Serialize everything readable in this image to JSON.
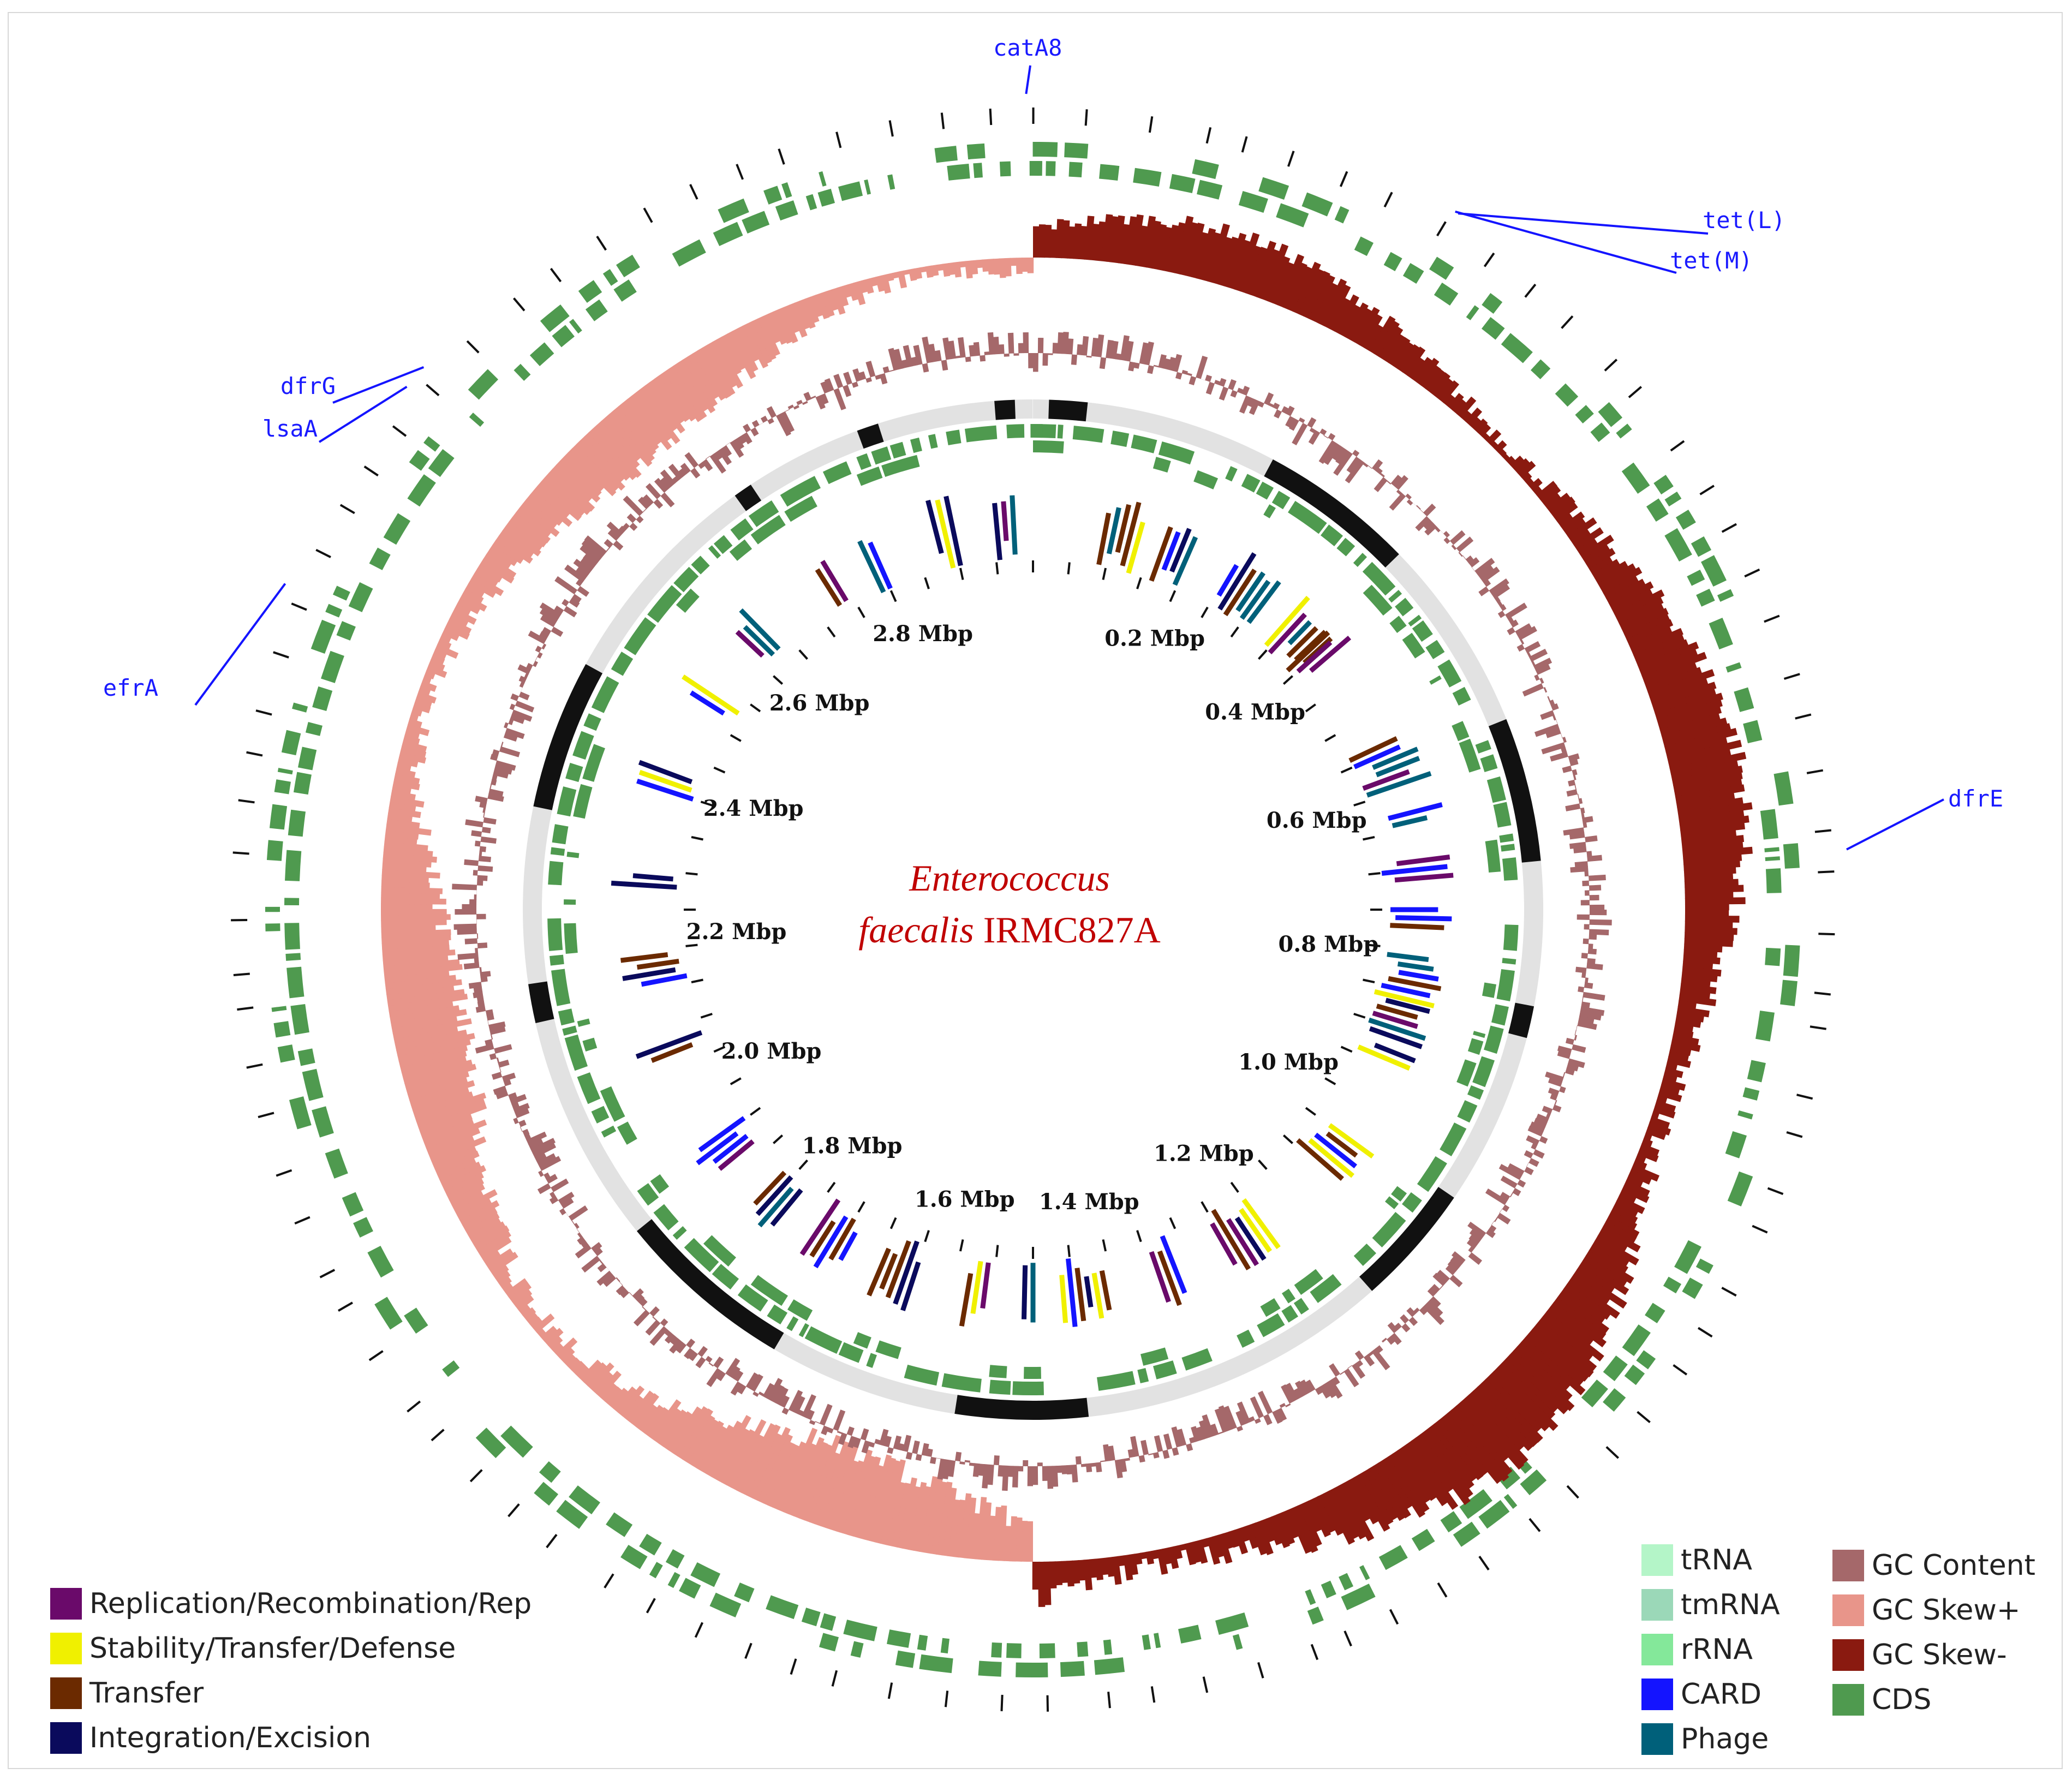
{
  "title": {
    "italic": "Enterococcus",
    "italic2": "faecalis",
    "plain": "IRMC827A"
  },
  "ticks": [
    "0.2 Mbp",
    "0.4 Mbp",
    "0.6 Mbp",
    "0.8 Mbp",
    "1.0 Mbp",
    "1.2 Mbp",
    "1.4 Mbp",
    "1.6 Mbp",
    "1.8 Mbp",
    "2.0 Mbp",
    "2.2 Mbp",
    "2.4 Mbp",
    "2.6 Mbp",
    "2.8 Mbp"
  ],
  "tick_positions_mbp": [
    0.2,
    0.4,
    0.6,
    0.8,
    1.0,
    1.2,
    1.4,
    1.6,
    1.8,
    2.0,
    2.2,
    2.4,
    2.6,
    2.8
  ],
  "genome_length_mbp": 2.98,
  "genes": [
    {
      "name": "catA8",
      "pos_mbp": 2.976
    },
    {
      "name": "tet(L)",
      "pos_mbp": 0.26
    },
    {
      "name": "tet(M)",
      "pos_mbp": 0.258
    },
    {
      "name": "dfrE",
      "pos_mbp": 0.71
    },
    {
      "name": "dfrG",
      "pos_mbp": 2.58
    },
    {
      "name": "lsaA",
      "pos_mbp": 2.565
    },
    {
      "name": "efrA",
      "pos_mbp": 2.43
    }
  ],
  "legend_left": [
    {
      "label": "Replication/Recombination/Rep",
      "color": "#6a0a6a"
    },
    {
      "label": "Stability/Transfer/Defense",
      "color": "#f0f000"
    },
    {
      "label": "Transfer",
      "color": "#6b2a00"
    },
    {
      "label": "Integration/Excision",
      "color": "#0a0a5c"
    }
  ],
  "legend_mid": [
    {
      "label": "tRNA",
      "color": "#b4f5c8"
    },
    {
      "label": "tmRNA",
      "color": "#9bd8b8"
    },
    {
      "label": "rRNA",
      "color": "#84e89a"
    },
    {
      "label": "CARD",
      "color": "#1414ff"
    },
    {
      "label": "Phage",
      "color": "#00607a"
    }
  ],
  "legend_right": [
    {
      "label": "GC Content",
      "color": "#a5686a"
    },
    {
      "label": "GC Skew+",
      "color": "#e8958a"
    },
    {
      "label": "GC Skew-",
      "color": "#8a1a10"
    },
    {
      "label": "CDS",
      "color": "#4f9a4f"
    }
  ],
  "colors": {
    "cds": "#4f9a4f",
    "gc_content": "#a5686a",
    "gc_skew_pos": "#e8958a",
    "gc_skew_neg": "#8a1a10",
    "contig_dark": "#111111",
    "contig_light": "#e2e2e2",
    "card": "#1414ff",
    "phage": "#00607a",
    "replication": "#6a0a6a",
    "stability": "#f0f000",
    "transfer": "#6b2a00",
    "integration": "#0a0a5c"
  }
}
